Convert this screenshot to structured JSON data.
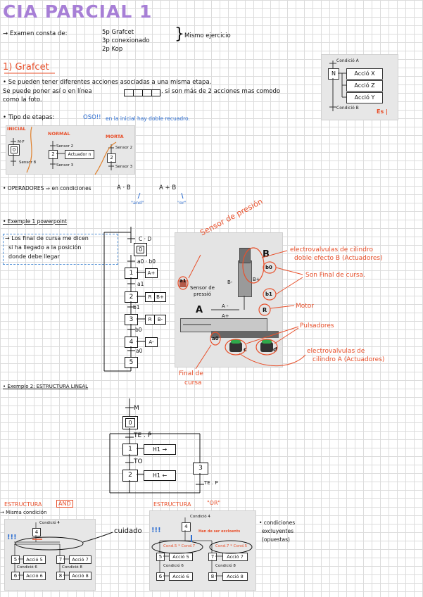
{
  "title": "CIA PARCIAL 1",
  "exam": {
    "intro": "→ Examen consta de:",
    "items": [
      "5p Grafcet",
      "3p conexionado",
      "2p Kop"
    ],
    "note": "Mismo ejercicio"
  },
  "grafcet": {
    "heading": "1) Grafcet",
    "bullet1a": "• Se pueden tener diferentes acciones asociadas a una misma etapa.",
    "bullet1b": "Se puede poner así o en línea",
    "bullet1c": ". si son más de 2 acciones mas comodo",
    "bullet1d": "como la foto.",
    "types_label": "• Tipo de etapas:",
    "types_oso": "OSO!!",
    "types_note": "en la inicial hay doble recuadro.",
    "type_names": [
      "INICIAL",
      "NORMAL",
      "MORTA"
    ]
  },
  "action_panel": {
    "cond_a": "Condició A",
    "cond_b": "Condició B",
    "step": "N",
    "actions": [
      "Acció X",
      "Acció Z",
      "Acció Y"
    ],
    "tag": "Es |"
  },
  "type_panel": {
    "mf": "M·F",
    "sensor8": "Sensor 8",
    "sensor2a": "Sensor 2",
    "sensor3a": "Sensor 3",
    "actuator": "Actuador n",
    "sensor2b": "Sensor 2",
    "sensor3b": "Sensor 3",
    "step0": "0",
    "step2a": "2",
    "step2b": "2"
  },
  "operators": {
    "label": "• OPERADORES ⇒ en condiciones",
    "and_expr": "A · B",
    "and_word": "\"and\"",
    "or_expr": "A + B",
    "or_word": "\"or\""
  },
  "example1": {
    "label": "• Exemple 1 powerpoint",
    "note_l1": "→ Los final de cursa me dicen",
    "note_l2": "si ha llegado a la posición",
    "note_l3": "donde debe llegar",
    "steps": [
      "0",
      "1",
      "2",
      "3",
      "4",
      "5"
    ],
    "conds": [
      "C · D",
      "a0 · b0",
      "a1",
      "b1",
      "b0",
      "a0"
    ],
    "actions": [
      "A+",
      "R",
      "B+",
      "R",
      "B-",
      "A-"
    ],
    "diagram": {
      "b_label": "B",
      "a_label": "A",
      "b_minus": "B-",
      "b_plus": "B+",
      "a_minus": "A -",
      "a_plus": "A+",
      "sensor": "Sensor de",
      "sensor2": "pressió",
      "b0": "b0",
      "b1": "b1",
      "a1": "a1",
      "a0": "a0",
      "r": "R",
      "c": "c",
      "d": "d"
    },
    "ann_sensor": "Sensor de presión",
    "ann_ev_b_l1": "electrovalvulas de cilindro",
    "ann_ev_b_l2": "doble efecto B (Actuadores)",
    "ann_final": "Son Final de cursa.",
    "ann_motor": "Motor",
    "ann_puls": "Pulsadores",
    "ann_ev_a_l1": "electrovalvulas de",
    "ann_ev_a_l2": "cilindro A (Actuadores)",
    "ann_final2_l1": "Final de",
    "ann_final2_l2": "cursa"
  },
  "example2": {
    "label": "• Exemplo 2: ESTRUCTURA LINEAL",
    "m": "M",
    "s0": "0",
    "c1": "TE . P̄",
    "s1": "1",
    "a1": "H1 →",
    "c2": "TO",
    "s2": "2",
    "a2": "H1 ←",
    "s3": "3",
    "c3": "TE . P"
  },
  "and_struct": {
    "label": "ESTRUCTURA",
    "word": "AND",
    "sub": "→ Misma condición",
    "warn": "!!!",
    "cuidado": "cuidado",
    "cond4": "Condició 4",
    "step4": "4",
    "step5": "5",
    "act5": "Acció 5",
    "step7": "7",
    "act7": "Acció 7",
    "cond6": "Condició 6",
    "cond8": "Condició 8",
    "step6": "6",
    "act6": "Acció 6",
    "step8": "8",
    "act8": "Acció 8"
  },
  "or_struct": {
    "label": "ESTRUCTURA",
    "word": "\"OR\"",
    "warn": "!!!",
    "cond4": "Condició 4",
    "step4": "4",
    "must": "Han de ser excloents",
    "c5": "Cond.5 * Cond.7",
    "c7": "Cond.7 * Cond.5",
    "step5": "5",
    "act5": "Acció 5",
    "step7": "7",
    "act7": "Acció 7",
    "cond6": "Condició 6",
    "cond8": "Condició 8",
    "step6": "6",
    "act6": "Acció 6",
    "step8": "8",
    "act8": "Acció 8",
    "note1": "• condiciones",
    "note2": "excluyentes",
    "note3": "(opuestas)"
  }
}
